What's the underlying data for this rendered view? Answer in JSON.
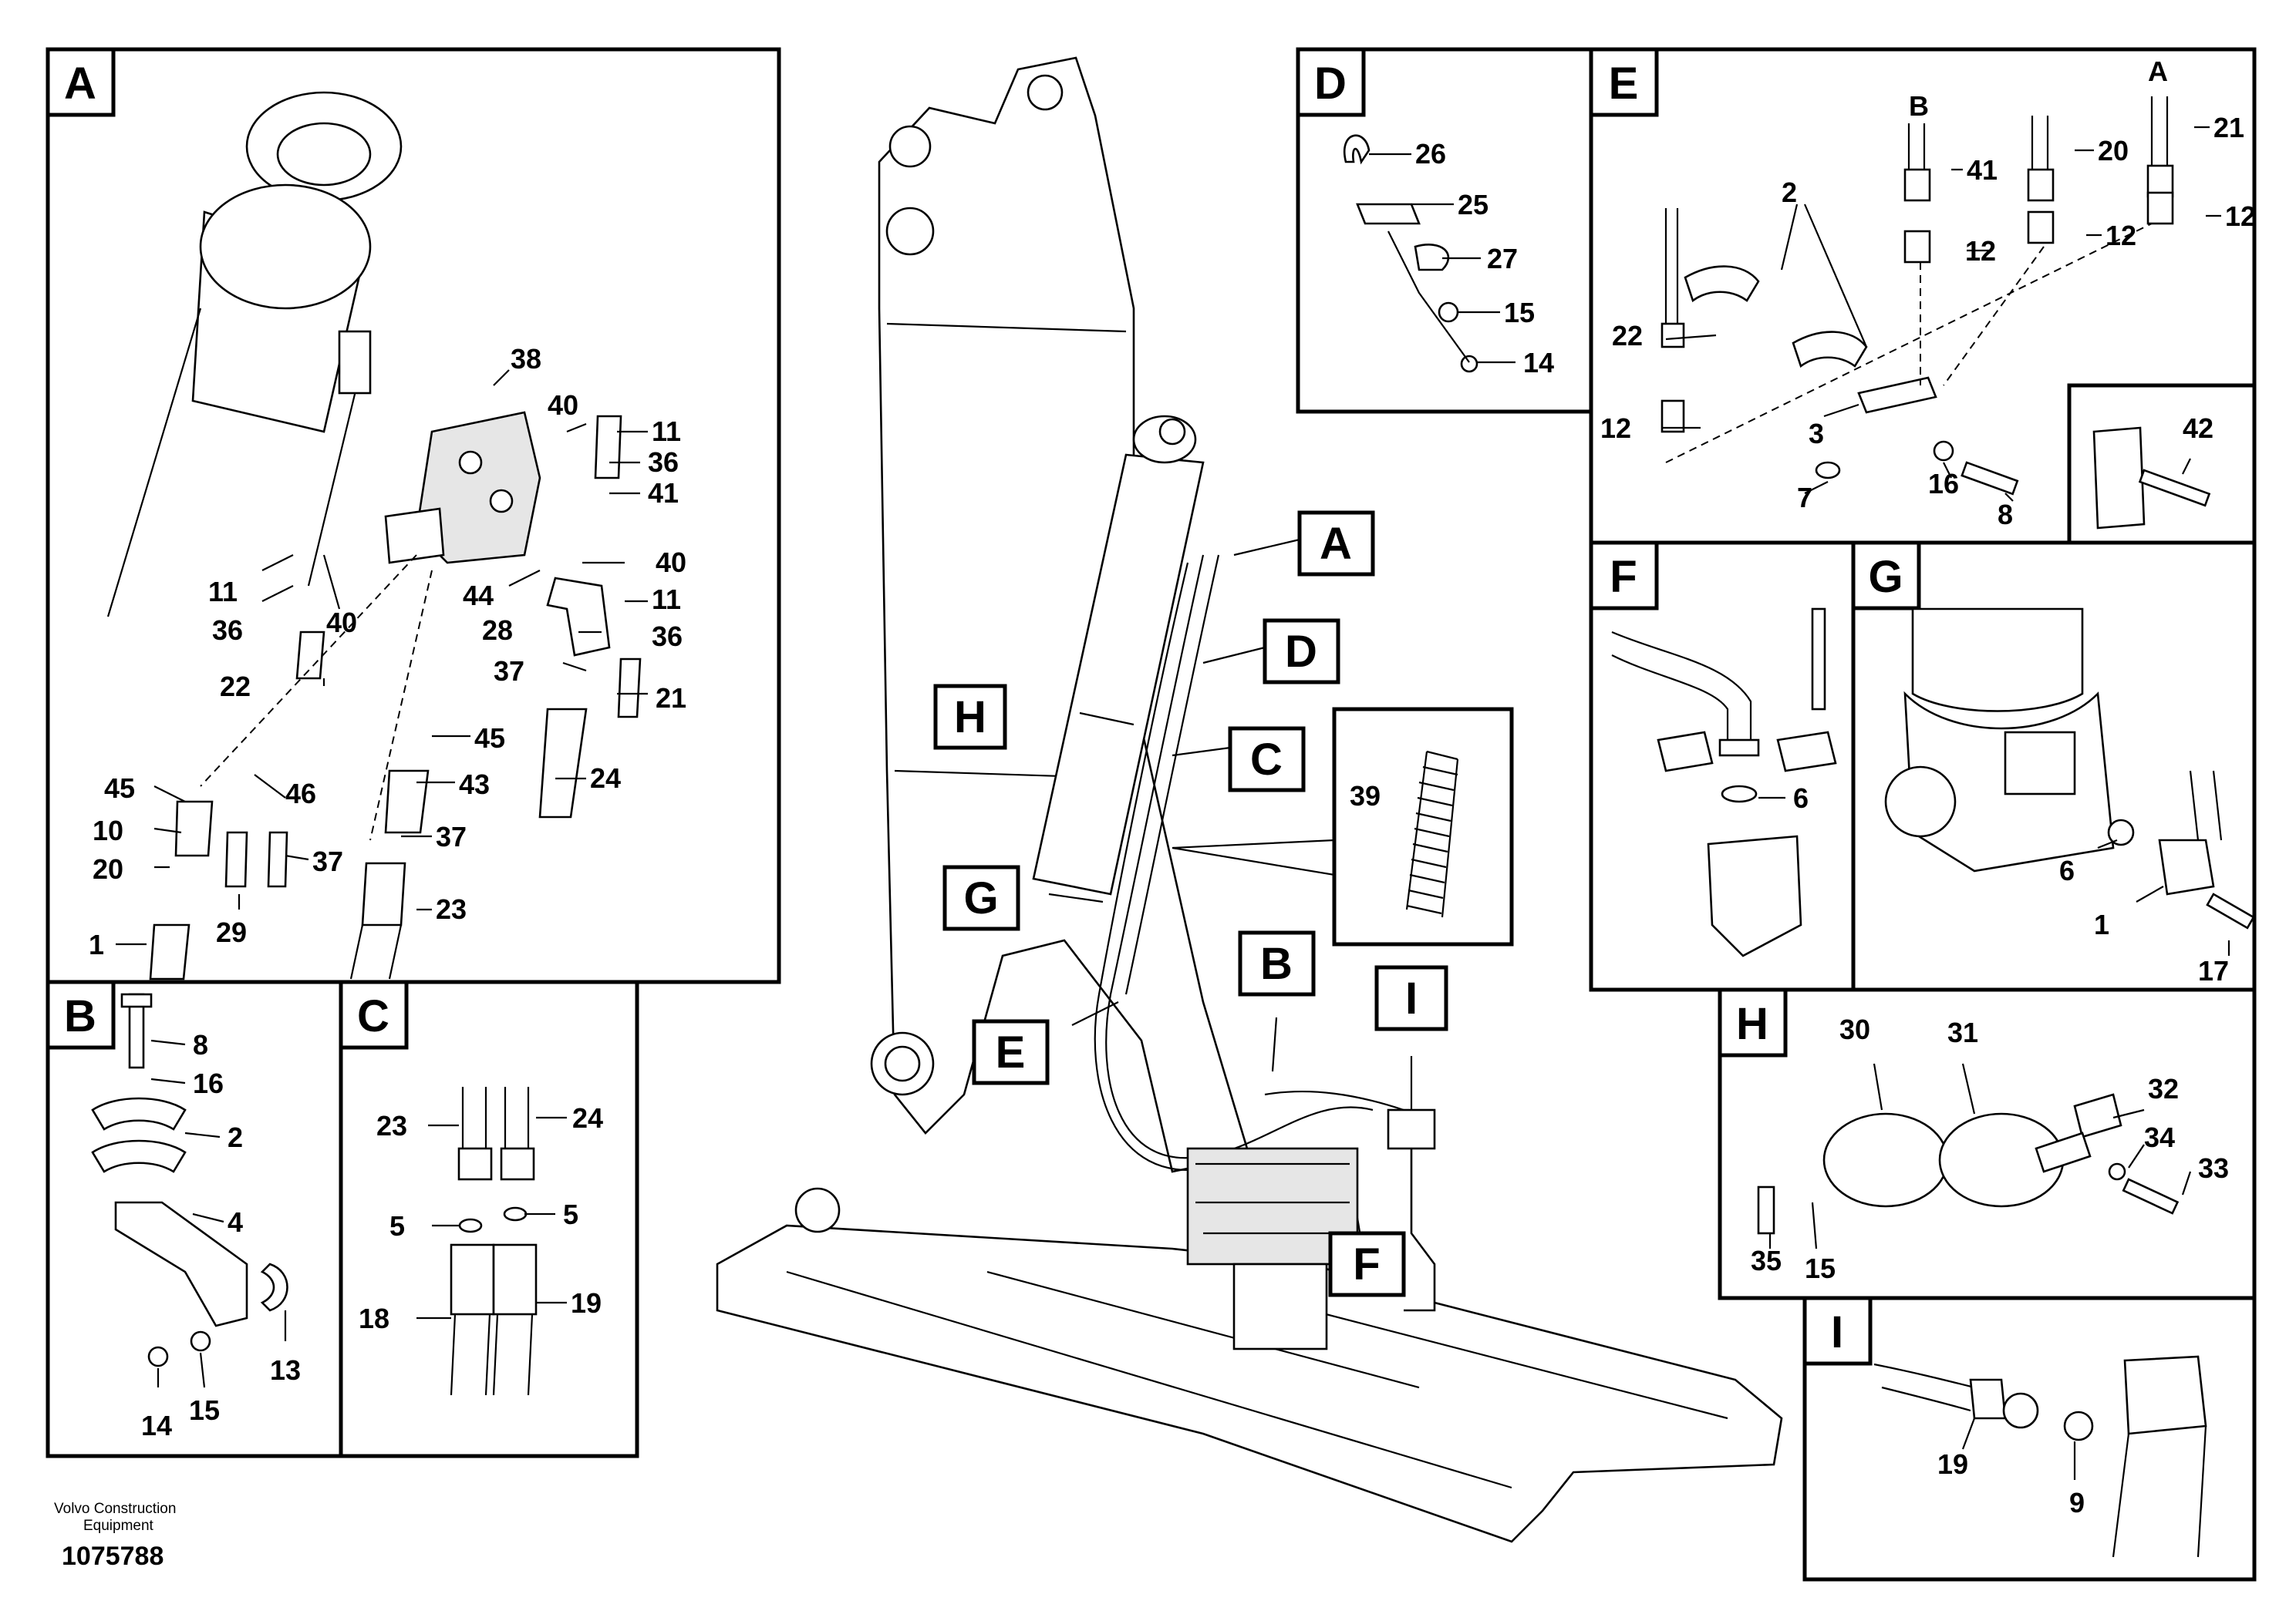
{
  "panels": {
    "A": {
      "letter": "A",
      "labels": [
        "38",
        "40",
        "11",
        "36",
        "41",
        "11",
        "40",
        "36",
        "44",
        "28",
        "40",
        "11",
        "36",
        "22",
        "37",
        "21",
        "45",
        "46",
        "24",
        "45",
        "43",
        "10",
        "37",
        "20",
        "37",
        "1",
        "29",
        "23"
      ]
    },
    "B": {
      "letter": "B",
      "labels": [
        "8",
        "16",
        "2",
        "4",
        "13",
        "14",
        "15"
      ]
    },
    "C": {
      "letter": "C",
      "labels": [
        "23",
        "24",
        "5",
        "5",
        "18",
        "19"
      ]
    },
    "D": {
      "letter": "D",
      "labels": [
        "26",
        "25",
        "27",
        "15",
        "14"
      ]
    },
    "E": {
      "letter": "E",
      "labels": [
        "B",
        "A",
        "41",
        "20",
        "21",
        "2",
        "12",
        "12",
        "12",
        "22",
        "12",
        "3",
        "7",
        "16",
        "8",
        "42"
      ]
    },
    "F": {
      "letter": "F",
      "labels": [
        "6"
      ]
    },
    "G": {
      "letter": "G",
      "labels": [
        "6",
        "1",
        "17"
      ]
    },
    "H": {
      "letter": "H",
      "labels": [
        "30",
        "31",
        "32",
        "34",
        "33",
        "35",
        "15"
      ]
    },
    "I": {
      "letter": "I",
      "labels": [
        "19",
        "9"
      ]
    }
  },
  "callouts": {
    "A": "A",
    "D": "D",
    "H": "H",
    "C": "C",
    "G": "G",
    "E": "E",
    "B": "B",
    "I": "I",
    "F": "F",
    "detail_39": "39"
  },
  "footer": {
    "company_line1": "Volvo Construction",
    "company_line2": "Equipment",
    "doc_number": "1075788"
  },
  "icons": [
    "hose-icon",
    "fitting-icon",
    "clamp-icon",
    "bolt-icon",
    "valve-block-icon",
    "excavator-frame-icon",
    "cylinder-icon",
    "spring-icon"
  ]
}
